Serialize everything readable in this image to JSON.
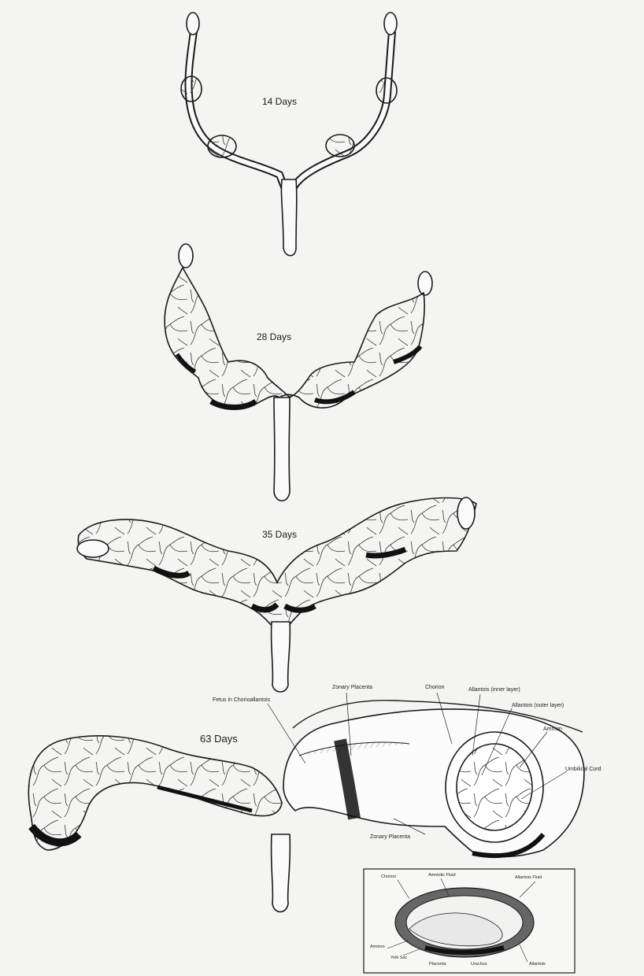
{
  "stages": {
    "s14": "14 Days",
    "s28": "28 Days",
    "s35": "35 Days",
    "s63": "63 Days"
  },
  "annotations": {
    "fetus": "Fetus in Chorioallantois",
    "zonary_top": "Zonary Placenta",
    "chorion": "Chorion",
    "allantois_inner": "Allantois (inner layer)",
    "allantois_outer": "Allantois (outer layer)",
    "amnion": "Amnion",
    "umbilical": "Umbilical Cord",
    "zonary_bottom": "Zonary Placenta"
  },
  "inset": {
    "chorion": "Chorion",
    "amniotic_fluid": "Amniotic Fluid",
    "allantois_fluid": "Allantois Fluid",
    "amnion": "Amnion",
    "yolk_sac": "Yolk Sac",
    "placenta": "Placenta",
    "urachus": "Urachus",
    "allantois": "Allantois"
  },
  "colors": {
    "background": "#f4f4f2",
    "ink": "#1a1a1a",
    "placenta_band": "#111111"
  }
}
